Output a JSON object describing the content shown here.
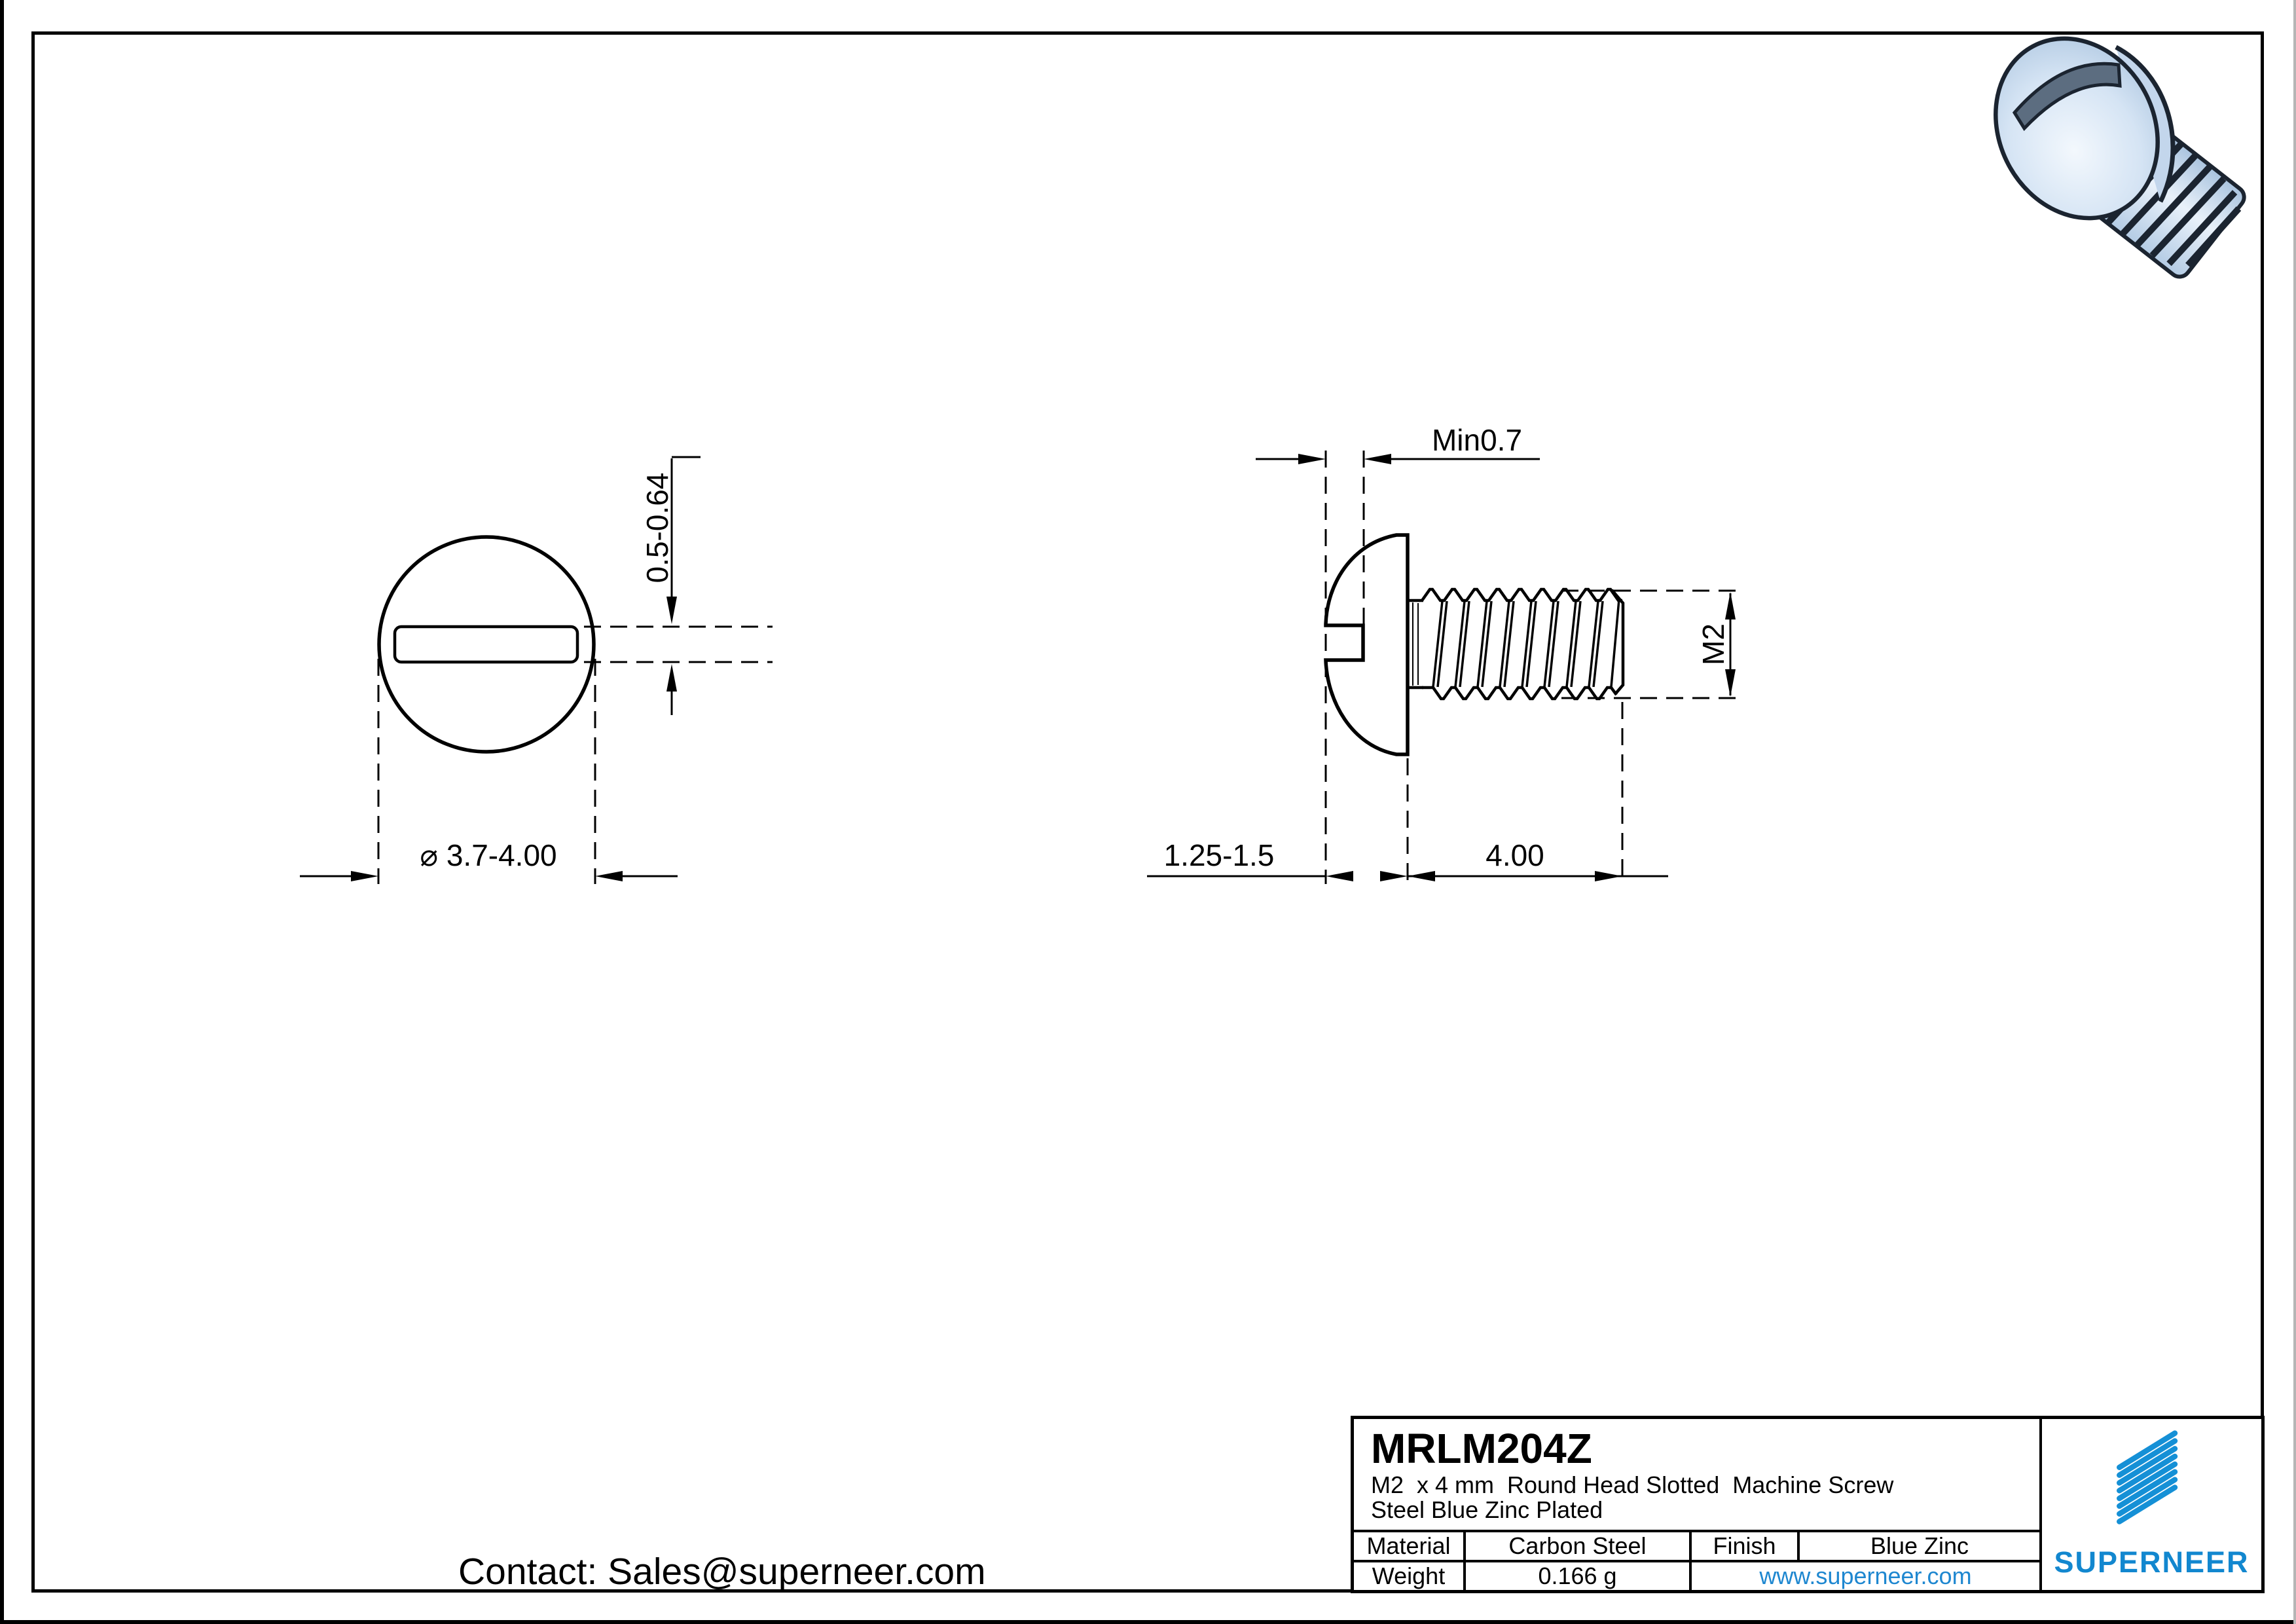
{
  "page": {
    "contact": "Contact: Sales@superneer.com"
  },
  "views": {
    "front": {
      "slot_width_dim": "0.5-0.64",
      "head_diameter_dim": "⌀ 3.7-4.00"
    },
    "side": {
      "slot_depth_dim": "Min0.7",
      "thread_dim": "M2",
      "head_height_dim": "1.25-1.5",
      "length_dim": "4.00"
    }
  },
  "title_block": {
    "part_number": "MRLM204Z",
    "description_line1": "M2  x 4 mm  Round Head Slotted  Machine Screw",
    "description_line2": "Steel Blue Zinc Plated",
    "material_label": "Material",
    "material_value": "Carbon Steel",
    "finish_label": "Finish",
    "finish_value": "Blue Zinc",
    "weight_label": "Weight",
    "weight_value": "0.166 g",
    "website": "www.superneer.com",
    "brand": "SUPERNEER",
    "brand_color": "#1287cf",
    "logo_color": "#1590d6"
  }
}
